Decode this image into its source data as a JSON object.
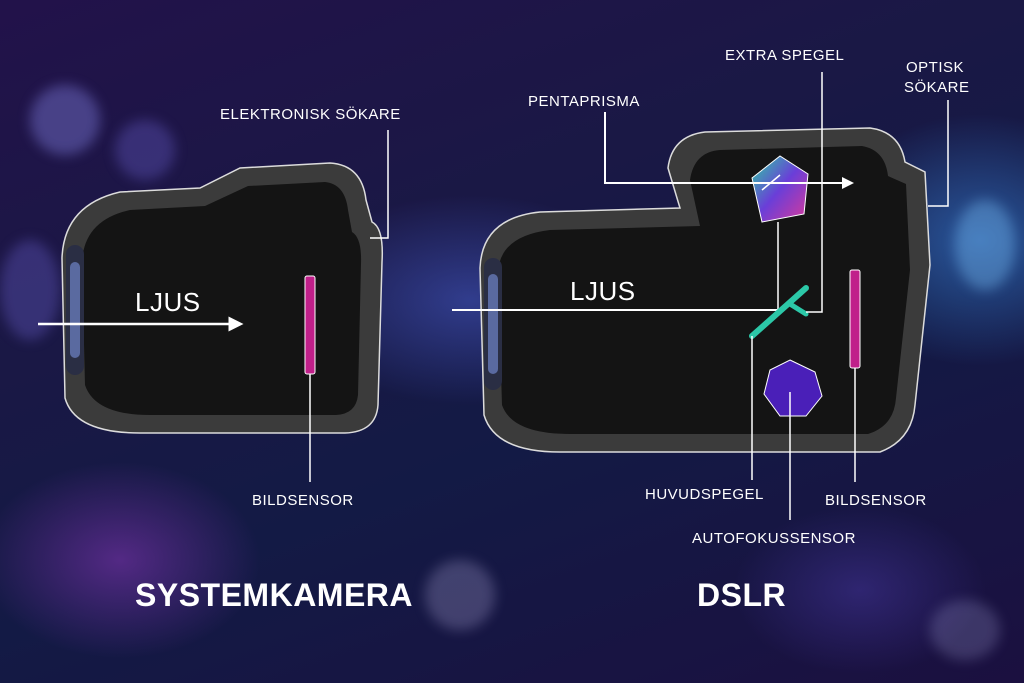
{
  "mirrorless": {
    "light_label": "LJUS",
    "viewfinder_label": "ELEKTRONISK SÖKARE",
    "sensor_label": "BILDSENSOR",
    "title": "SYSTEMKAMERA"
  },
  "dslr": {
    "light_label": "LJUS",
    "pentaprism_label": "PENTAPRISMA",
    "extra_mirror_label": "EXTRA SPEGEL",
    "optical_viewfinder_line1": "OPTISK",
    "optical_viewfinder_line2": "SÖKARE",
    "main_mirror_label": "HUVUDSPEGEL",
    "af_sensor_label": "AUTOFOKUSSENSOR",
    "sensor_label": "BILDSENSOR",
    "title": "DSLR"
  },
  "colors": {
    "sensor": "#c0208a",
    "mirror": "#2cc8a8",
    "af_sensor": "#4a1fb8",
    "body": "#151515",
    "outline_halo": "#555555"
  }
}
